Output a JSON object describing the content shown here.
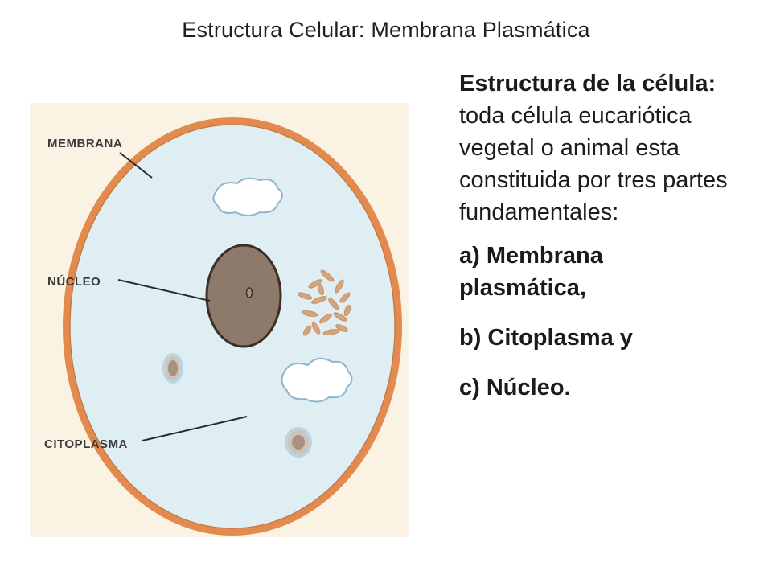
{
  "slide": {
    "title": "Estructura Celular: Membrana Plasmática"
  },
  "diagram": {
    "labels": {
      "membrana": "MEMBRANA",
      "nucleo": "NÚCLEO",
      "citoplasma": "CITOPLASMA"
    },
    "colors": {
      "background": "#faf3e3",
      "membrane": "#e38a4e",
      "cytoplasm": "#dfeef3",
      "nucleus": "#8d7a6b",
      "nucleus_outline": "#3d2f27",
      "chromatin": "#d7a47d",
      "vacuole_fill": "#ffffff",
      "vacuole_edge": "#8fb6cf",
      "granule": "#a89283"
    }
  },
  "text": {
    "intro_bold": "Estructura de la célula:",
    "intro_rest": " toda célula eucariótica vegetal o animal esta constituida por tres partes fundamentales:",
    "items": [
      "a) Membrana plasmática,",
      "b) Citoplasma y",
      "c) Núcleo."
    ]
  }
}
